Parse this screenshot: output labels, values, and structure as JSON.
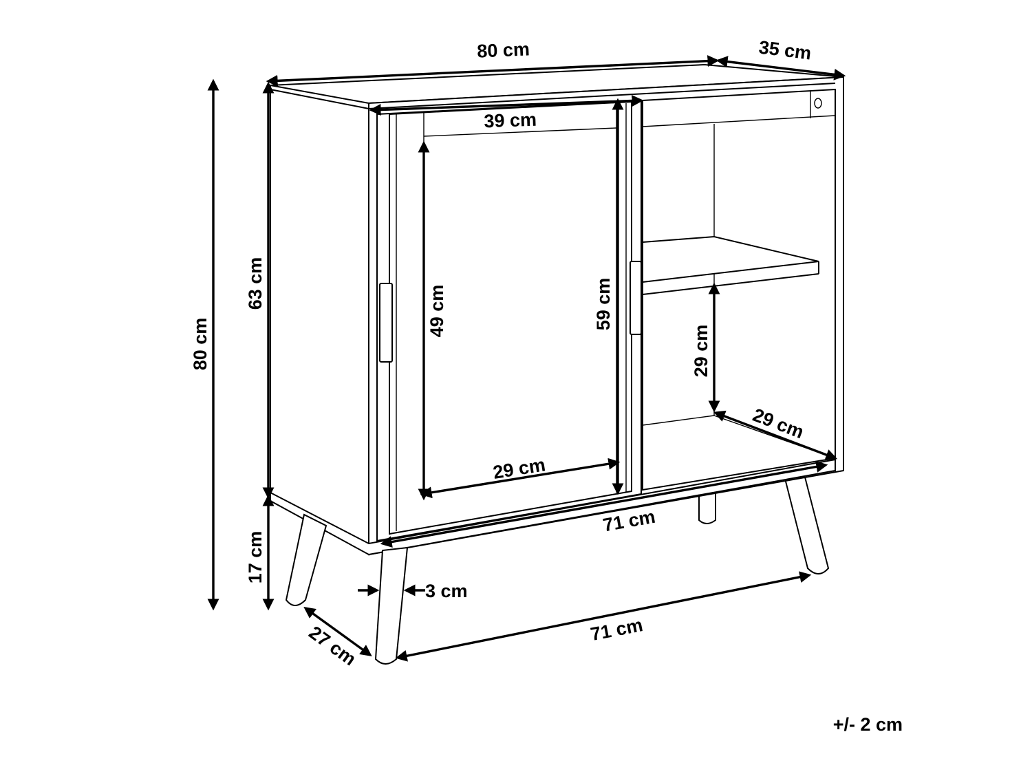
{
  "colors": {
    "line": "#000000",
    "background": "#ffffff"
  },
  "dimensions": {
    "total_width": "80 cm",
    "depth": "35 cm",
    "total_height": "80 cm",
    "body_height": "63 cm",
    "leg_height": "17 cm",
    "door_width": "39 cm",
    "door_inner_height": "49 cm",
    "door_inner_depth": "29 cm",
    "interior_height": "59 cm",
    "shelf_height": "29 cm",
    "shelf_depth": "29 cm",
    "inner_width": "71 cm",
    "leg_span_width": "71 cm",
    "leg_span_depth": "27 cm",
    "leg_diameter": "3 cm"
  },
  "tolerance": "+/- 2 cm"
}
